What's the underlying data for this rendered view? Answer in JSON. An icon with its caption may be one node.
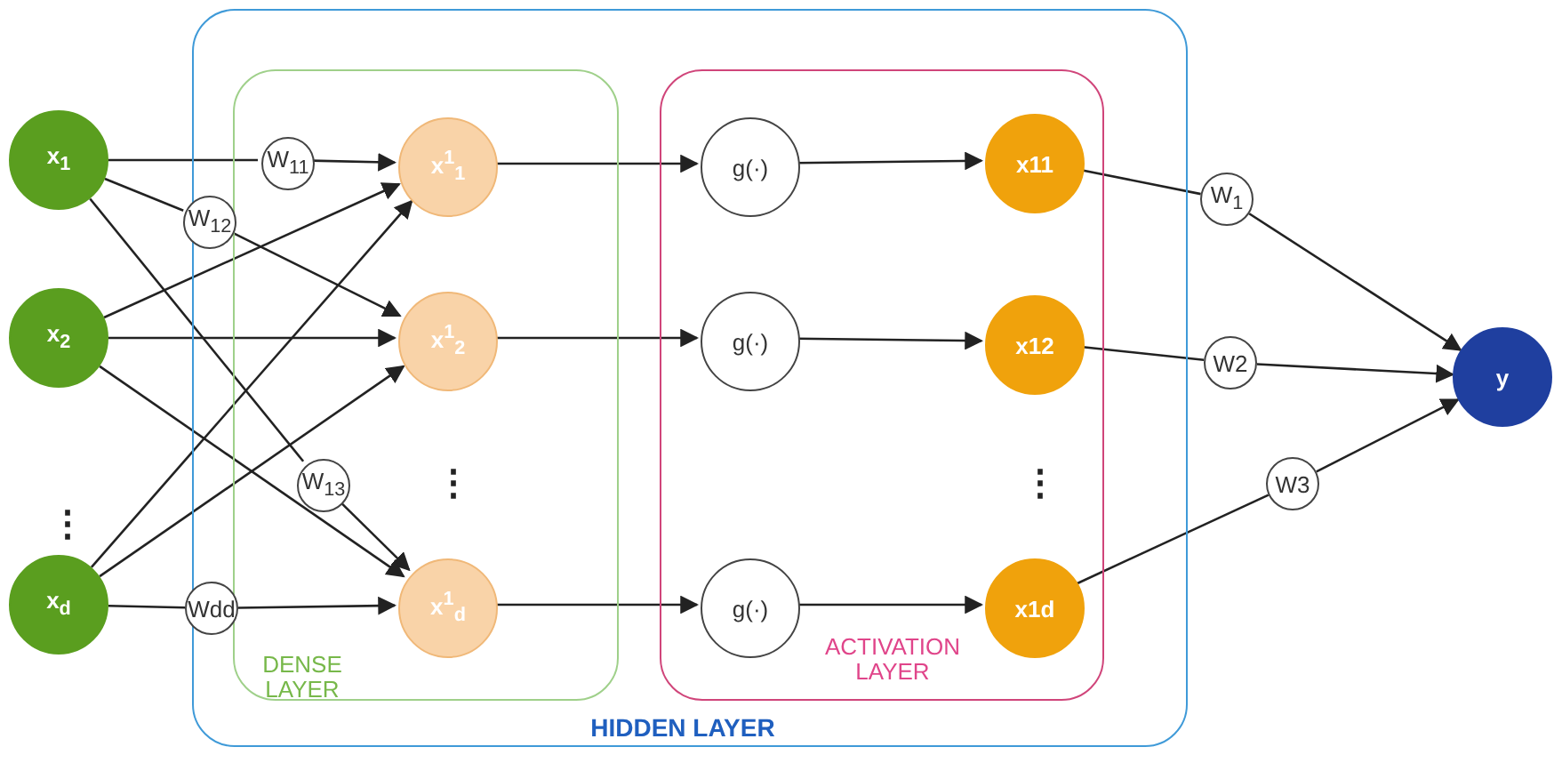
{
  "diagram": {
    "nodes": [
      {
        "text": [
          "HIDDEN LAYER"
        ]
      },
      {
        "text": [
          "DENSE LAYER"
        ],
        "in": 0
      },
      {
        "text": [
          "ACTIVATION LAYER"
        ],
        "in": 0
      },
      {
        "text": [
          "x$_{1}$"
        ]
      },
      {
        "text": [
          "x$_{2}$"
        ]
      },
      {
        "text": [
          "x$_{d}$"
        ]
      },
      {
        "text": [
          "x$^{1}$$_{1}$"
        ],
        "in": 1
      },
      {
        "text": [
          "x$^{1}$$_{2}$"
        ],
        "in": 1
      },
      {
        "text": [
          "x$^{1}$$_{d}$"
        ],
        "in": 1
      },
      {
        "text": [
          "g(·)"
        ],
        "in": 2
      },
      {
        "text": [
          "g(·)"
        ],
        "in": 2
      },
      {
        "text": [
          "g(·)"
        ],
        "in": 2
      },
      {
        "text": [
          "x11"
        ],
        "in": 2
      },
      {
        "text": [
          "x12"
        ],
        "in": 2
      },
      {
        "text": [
          "x1d"
        ],
        "in": 2
      },
      {
        "text": [
          "y"
        ]
      },
      {
        "text": [
          "W$_{11}$"
        ],
        "in": 1
      },
      {
        "text": [
          "W$_{12}$"
        ],
        "in": 0
      },
      {
        "text": [
          "W$_{13}$"
        ],
        "in": 1
      },
      {
        "text": [
          "Wdd"
        ]
      },
      {
        "text": [
          "W$_{1}$"
        ]
      },
      {
        "text": [
          "W2"
        ]
      },
      {
        "text": [
          "W3"
        ]
      }
    ],
    "edges": [
      {
        "from": 3,
        "to": 16,
        "arrow": "none"
      },
      {
        "from": 16,
        "to": 6,
        "arrow": "to"
      },
      {
        "from": 3,
        "to": 17,
        "arrow": "none"
      },
      {
        "from": 17,
        "to": 7,
        "arrow": "to"
      },
      {
        "from": 3,
        "to": 18,
        "arrow": "none"
      },
      {
        "from": 18,
        "to": 8,
        "arrow": "to"
      },
      {
        "from": 4,
        "to": 6,
        "arrow": "to"
      },
      {
        "from": 4,
        "to": 7,
        "arrow": "to"
      },
      {
        "from": 4,
        "to": 8,
        "arrow": "to"
      },
      {
        "from": 5,
        "to": 6,
        "arrow": "to"
      },
      {
        "from": 5,
        "to": 7,
        "arrow": "to"
      },
      {
        "from": 5,
        "to": 19,
        "arrow": "none"
      },
      {
        "from": 19,
        "to": 8,
        "arrow": "to"
      },
      {
        "from": 6,
        "to": 9,
        "arrow": "to"
      },
      {
        "from": 7,
        "to": 10,
        "arrow": "to"
      },
      {
        "from": 8,
        "to": 11,
        "arrow": "to"
      },
      {
        "from": 9,
        "to": 12,
        "arrow": "to"
      },
      {
        "from": 10,
        "to": 13,
        "arrow": "to"
      },
      {
        "from": 11,
        "to": 14,
        "arrow": "to"
      },
      {
        "from": 12,
        "to": 20,
        "arrow": "none"
      },
      {
        "from": 20,
        "to": 15,
        "arrow": "to"
      },
      {
        "from": 13,
        "to": 21,
        "arrow": "none"
      },
      {
        "from": 21,
        "to": 15,
        "arrow": "to"
      },
      {
        "from": 14,
        "to": 22,
        "arrow": "none"
      },
      {
        "from": 22,
        "to": 15,
        "arrow": "to"
      }
    ],
    "labels": [
      "⋮",
      "⋮",
      "⋮"
    ]
  }
}
